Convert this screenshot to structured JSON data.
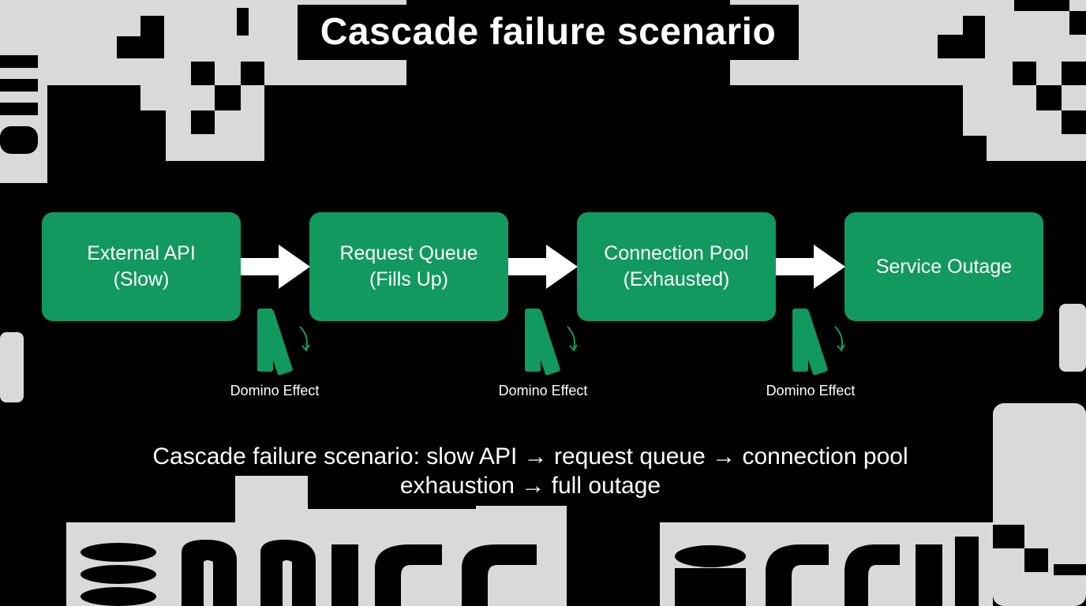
{
  "title": "Cascade failure scenario",
  "colors": {
    "box": "#11995f",
    "background": "#000000",
    "panel": "#d9d9d9",
    "text": "#ffffff"
  },
  "nodes": [
    {
      "line1": "External API",
      "line2": "(Slow)"
    },
    {
      "line1": "Request Queue",
      "line2": "(Fills Up)"
    },
    {
      "line1": "Connection Pool",
      "line2": "(Exhausted)"
    },
    {
      "line1": "Service Outage",
      "line2": ""
    }
  ],
  "edges": [
    {
      "label": "Domino Effect",
      "icon": "domino-icon"
    },
    {
      "label": "Domino Effect",
      "icon": "domino-icon"
    },
    {
      "label": "Domino Effect",
      "icon": "domino-icon"
    }
  ],
  "caption": {
    "line1": "Cascade failure scenario: slow API → request queue → connection pool",
    "line2": "exhaustion → full outage"
  }
}
